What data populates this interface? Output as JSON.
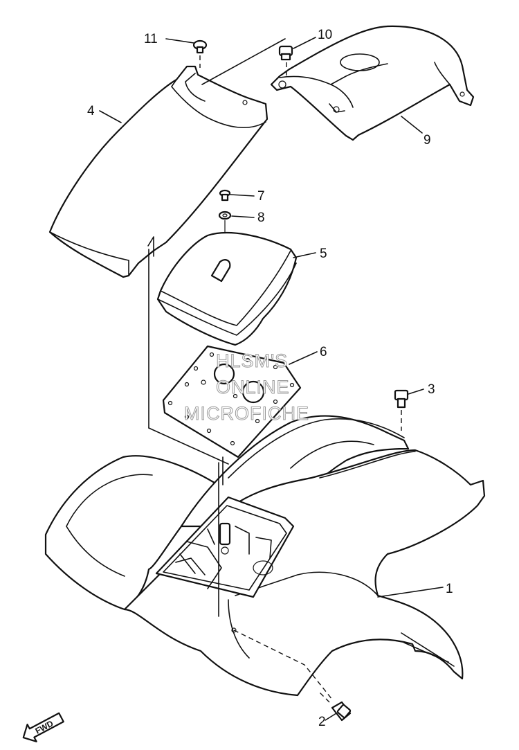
{
  "callouts": {
    "c1": "1",
    "c2": "2",
    "c3": "3",
    "c4": "4",
    "c5": "5",
    "c6": "6",
    "c7": "7",
    "c8": "8",
    "c9": "9",
    "c10": "10",
    "c11": "11"
  },
  "watermark": {
    "line1": "HLSM'S",
    "line2": "ONLINE",
    "line3": "MICROFICHE"
  },
  "direction_label": "FWD"
}
